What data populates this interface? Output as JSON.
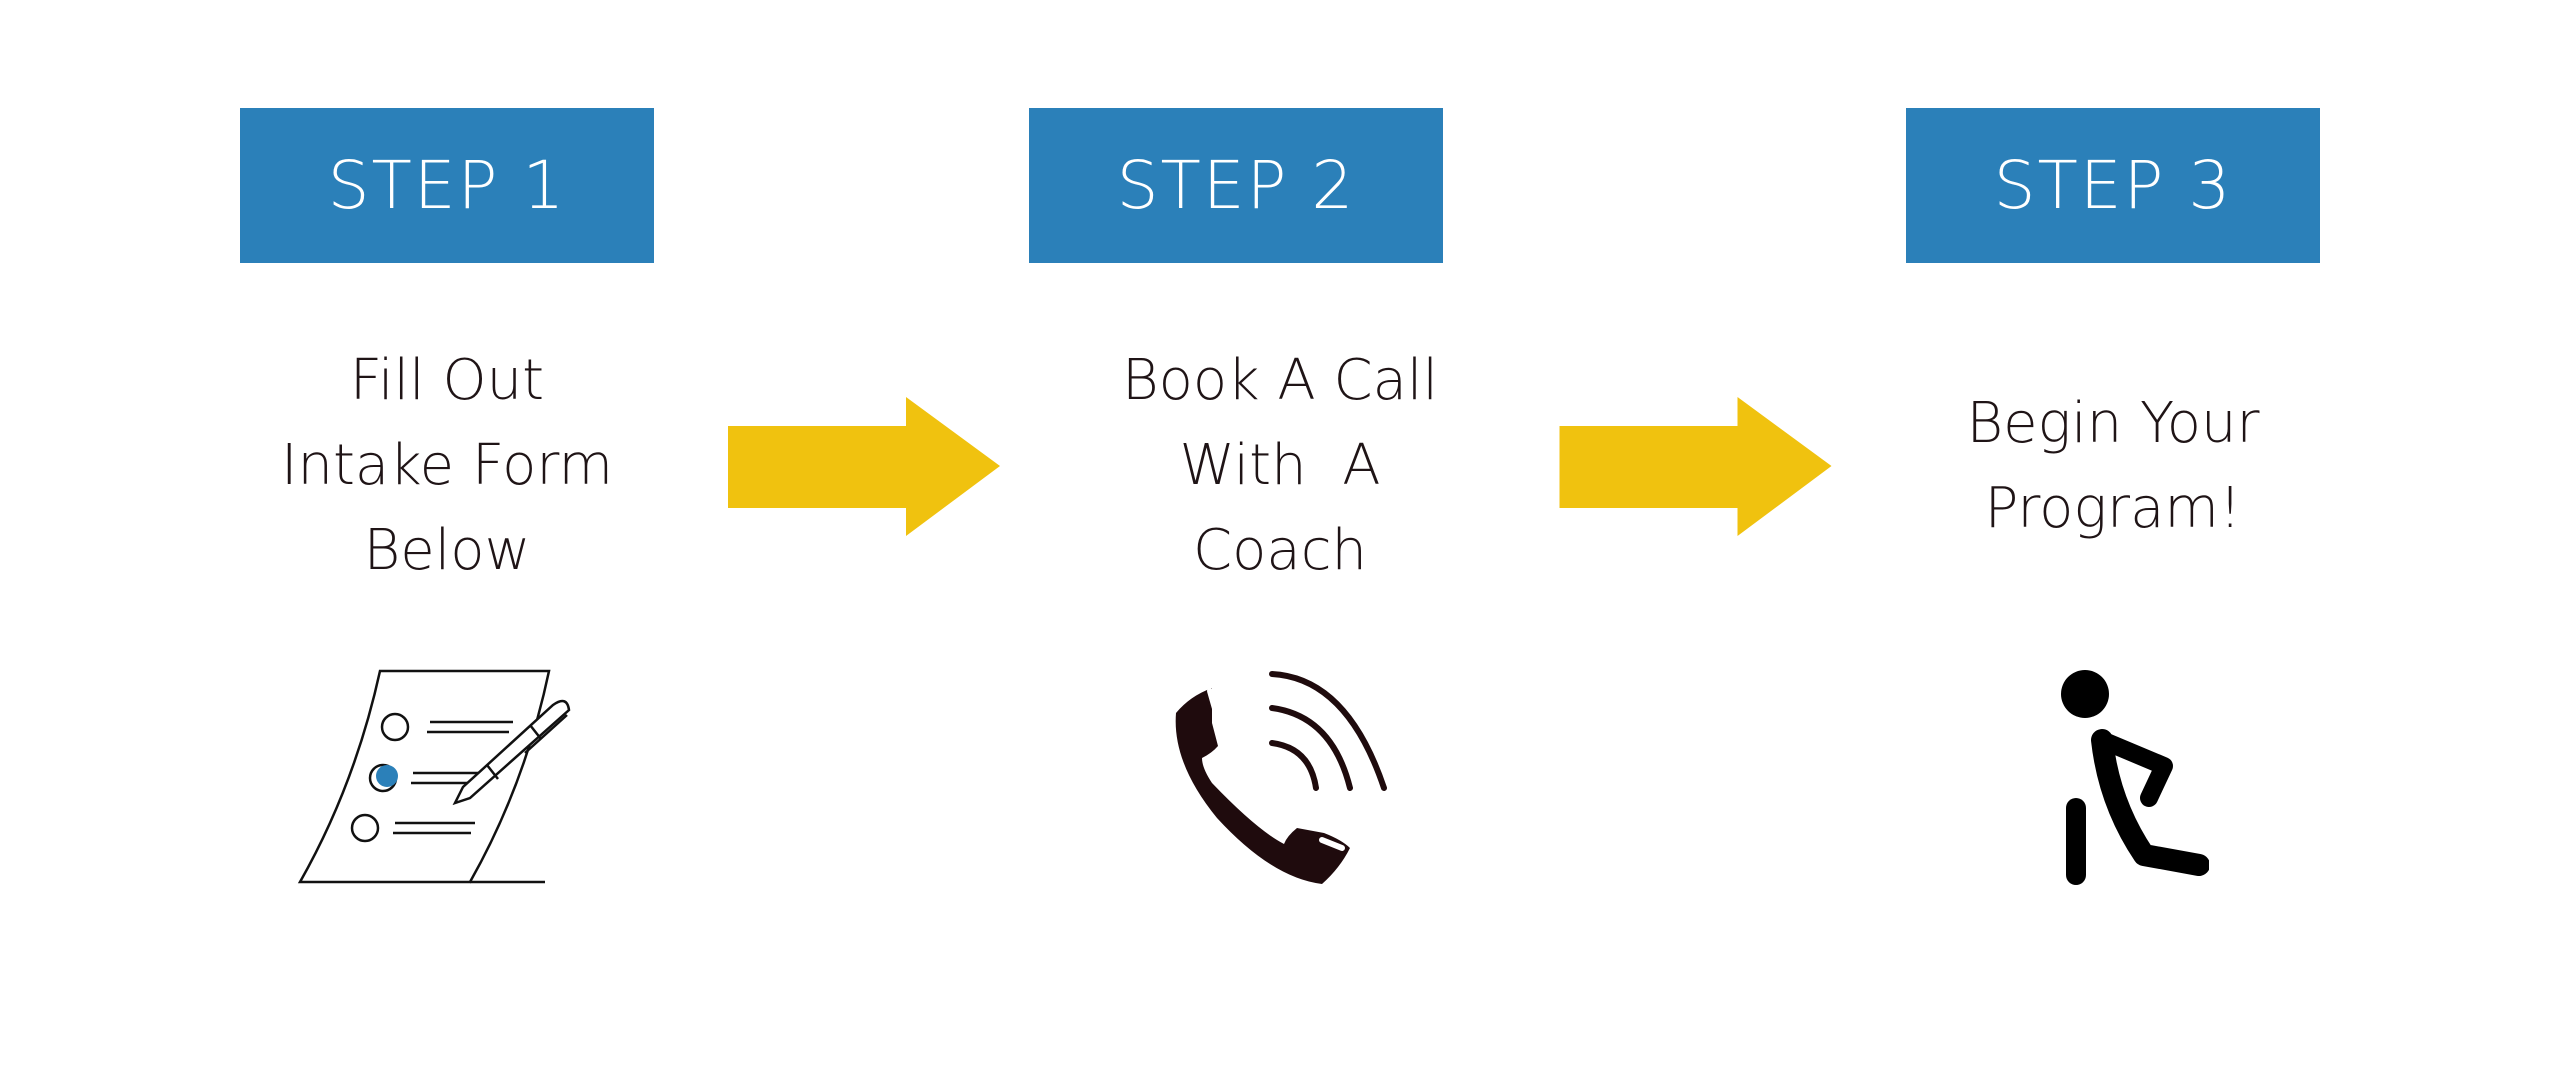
{
  "colors": {
    "box": "#2b80b9",
    "arrow": "#f0c20f",
    "text": "#1f1416",
    "accent": "#2b80b9"
  },
  "steps": [
    {
      "label": "STEP 1",
      "lines": [
        "Fill Out",
        "Intake Form",
        "Below"
      ],
      "icon": "form-with-pen-icon"
    },
    {
      "label": "STEP 2",
      "lines": [
        "Book A Call",
        "With  A",
        "Coach"
      ],
      "icon": "phone-call-icon"
    },
    {
      "label": "STEP 3",
      "lines": [
        "Begin Your",
        "Program!"
      ],
      "icon": "kneeling-person-icon"
    }
  ]
}
